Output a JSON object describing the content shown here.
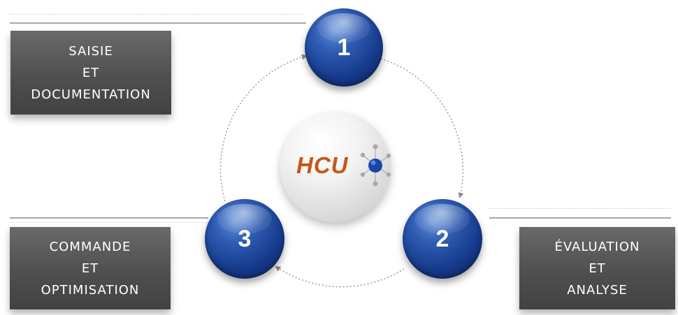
{
  "boxes": {
    "top_left": {
      "line1": "SAISIE",
      "line2": "ET",
      "line3": "DOCUMENTATION"
    },
    "bottom_left": {
      "line1": "COMMANDE",
      "line2": "ET",
      "line3": "OPTIMISATION"
    },
    "bottom_right": {
      "line1": "ÉVALUATION",
      "line2": "ET",
      "line3": "ANALYSE"
    }
  },
  "steps": {
    "one": "1",
    "two": "2",
    "three": "3"
  },
  "logo": {
    "text": "HCU",
    "color": "#c8561b"
  },
  "colors": {
    "box": "#4f4f4f",
    "circle": "#15398a",
    "arrow": "#9a9a9a"
  }
}
